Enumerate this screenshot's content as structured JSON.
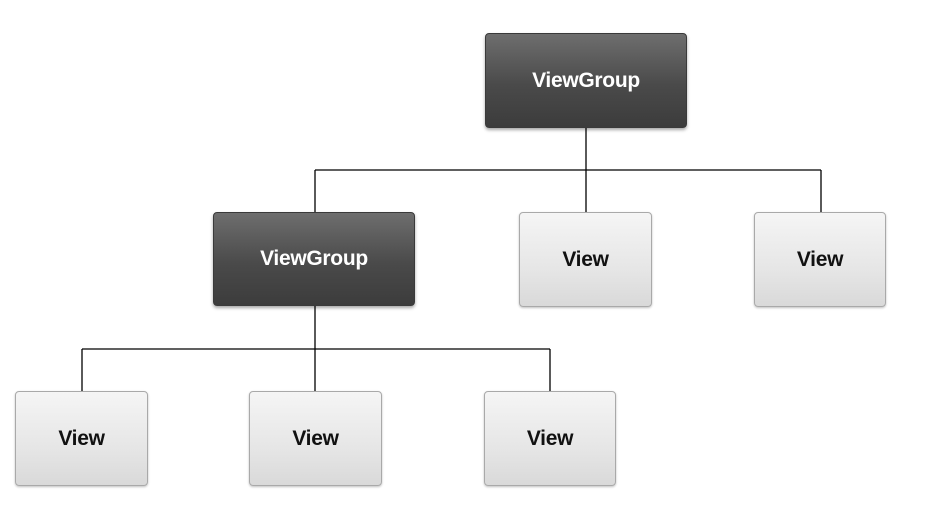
{
  "diagram": {
    "root": {
      "label": "ViewGroup",
      "kind": "group"
    },
    "level1": [
      {
        "label": "ViewGroup",
        "kind": "group"
      },
      {
        "label": "View",
        "kind": "view"
      },
      {
        "label": "View",
        "kind": "view"
      }
    ],
    "level2": [
      {
        "label": "View",
        "kind": "view"
      },
      {
        "label": "View",
        "kind": "view"
      },
      {
        "label": "View",
        "kind": "view"
      }
    ]
  },
  "colors": {
    "group_fill_top": "#6e6e6e",
    "group_fill_bottom": "#3c3c3c",
    "group_text": "#ffffff",
    "view_fill_top": "#f5f5f5",
    "view_fill_bottom": "#d9d9d9",
    "view_border": "#a9a9a9",
    "view_text": "#111111",
    "connector": "#000000"
  }
}
